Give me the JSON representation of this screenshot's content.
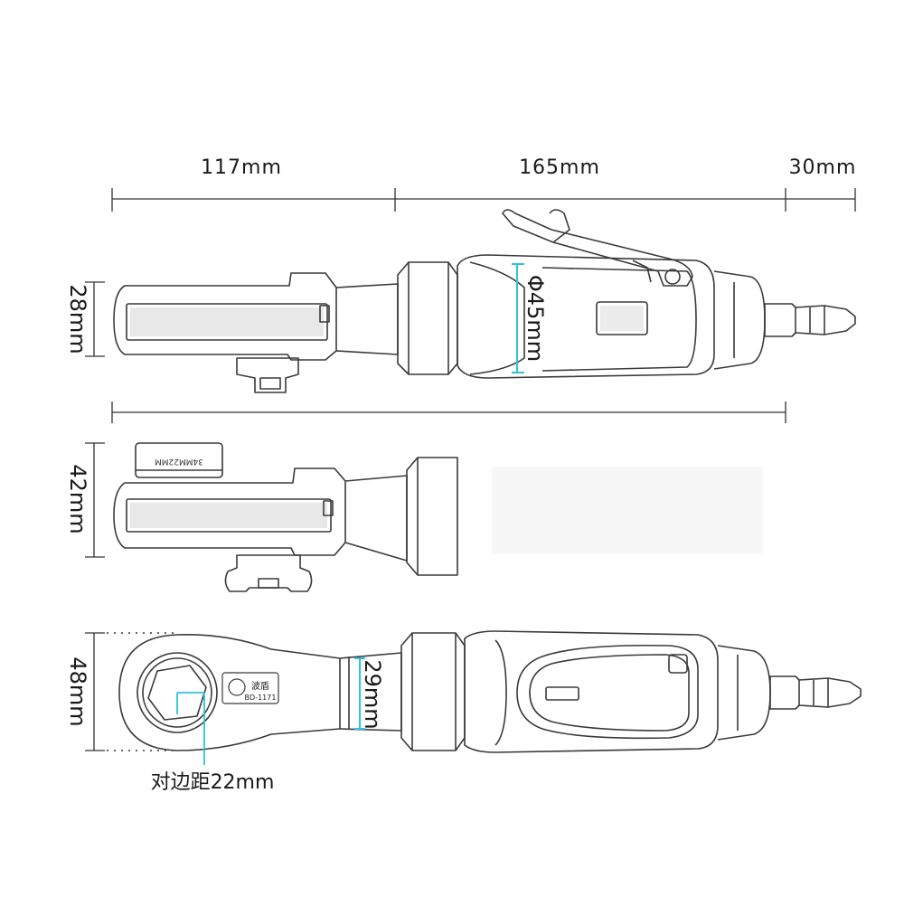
{
  "dimensions": {
    "top_left": "117mm",
    "top_middle": "165mm",
    "top_right": "30mm",
    "view1_height": "28mm",
    "view1_diameter": "Φ45mm",
    "view2_height": "42mm",
    "view3_height": "48mm",
    "view3_neck": "29mm",
    "view3_hex_caption": "对边距22mm"
  },
  "socket_marking": "34MM22MM",
  "badge": {
    "brand": "波盾",
    "model": "BD-1171"
  },
  "colors": {
    "line": "#3a3a3a",
    "dim_line": "#333333",
    "accent": "#2bc4d8",
    "background": "#ffffff"
  }
}
